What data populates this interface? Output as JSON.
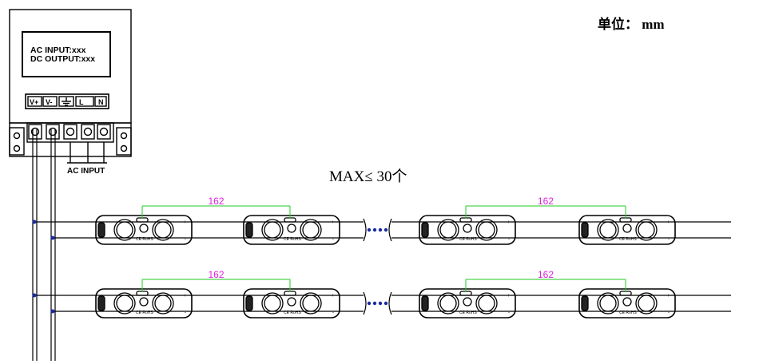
{
  "unit_label": "单位： mm",
  "power_supply": {
    "ac_input_label": "AC INPUT:xxx",
    "dc_output_label": "DC OUTPUT:xxx",
    "terminal_vplus": "V+",
    "terminal_vminus": "V-",
    "terminal_l": "L",
    "terminal_n": "N",
    "ac_input_caption": "AC INPUT"
  },
  "max_label": "MAX≤ 30个",
  "module": {
    "spacing": "162",
    "code": "CE RoHS",
    "plus": "+",
    "minus": "-"
  },
  "colors": {
    "line": "#000000",
    "dimension_line": "#22cc22",
    "dimension_text": "#e020e0",
    "dot": "#1a2aa0"
  }
}
